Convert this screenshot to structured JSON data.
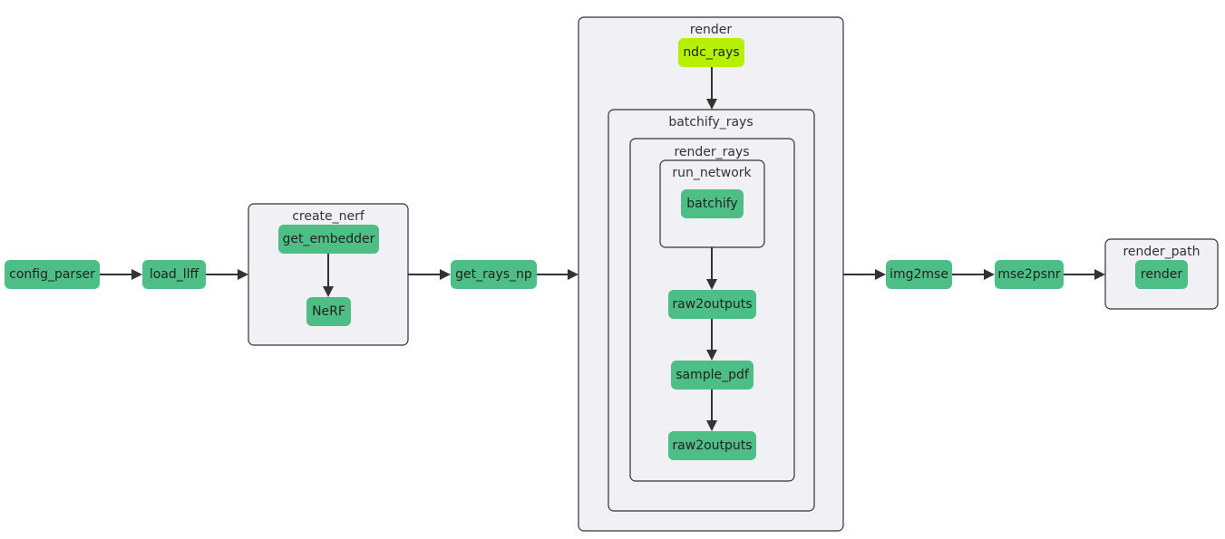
{
  "colors": {
    "node_fill": "#4dbf86",
    "node_highlight": "#b4f000",
    "cluster_fill": "#f0f0f5",
    "cluster_stroke": "#333333",
    "edge": "#333333",
    "text": "#222222"
  },
  "clusters": {
    "create_nerf": "create_nerf",
    "render": "render",
    "batchify_rays": "batchify_rays",
    "render_rays": "render_rays",
    "run_network": "run_network",
    "render_path": "render_path"
  },
  "nodes": {
    "config_parser": "config_parser",
    "load_llff": "load_llff",
    "get_embedder": "get_embedder",
    "nerf": "NeRF",
    "get_rays_np": "get_rays_np",
    "ndc_rays": "ndc_rays",
    "batchify": "batchify",
    "raw2outputs_1": "raw2outputs",
    "sample_pdf": "sample_pdf",
    "raw2outputs_2": "raw2outputs",
    "img2mse": "img2mse",
    "mse2psnr": "mse2psnr",
    "render": "render"
  },
  "edges": [
    [
      "config_parser",
      "load_llff"
    ],
    [
      "load_llff",
      "create_nerf"
    ],
    [
      "get_embedder",
      "nerf"
    ],
    [
      "create_nerf",
      "get_rays_np"
    ],
    [
      "get_rays_np",
      "render"
    ],
    [
      "ndc_rays",
      "batchify_rays"
    ],
    [
      "run_network",
      "raw2outputs_1"
    ],
    [
      "raw2outputs_1",
      "sample_pdf"
    ],
    [
      "sample_pdf",
      "raw2outputs_2"
    ],
    [
      "render",
      "img2mse"
    ],
    [
      "img2mse",
      "mse2psnr"
    ],
    [
      "mse2psnr",
      "render_path"
    ]
  ]
}
